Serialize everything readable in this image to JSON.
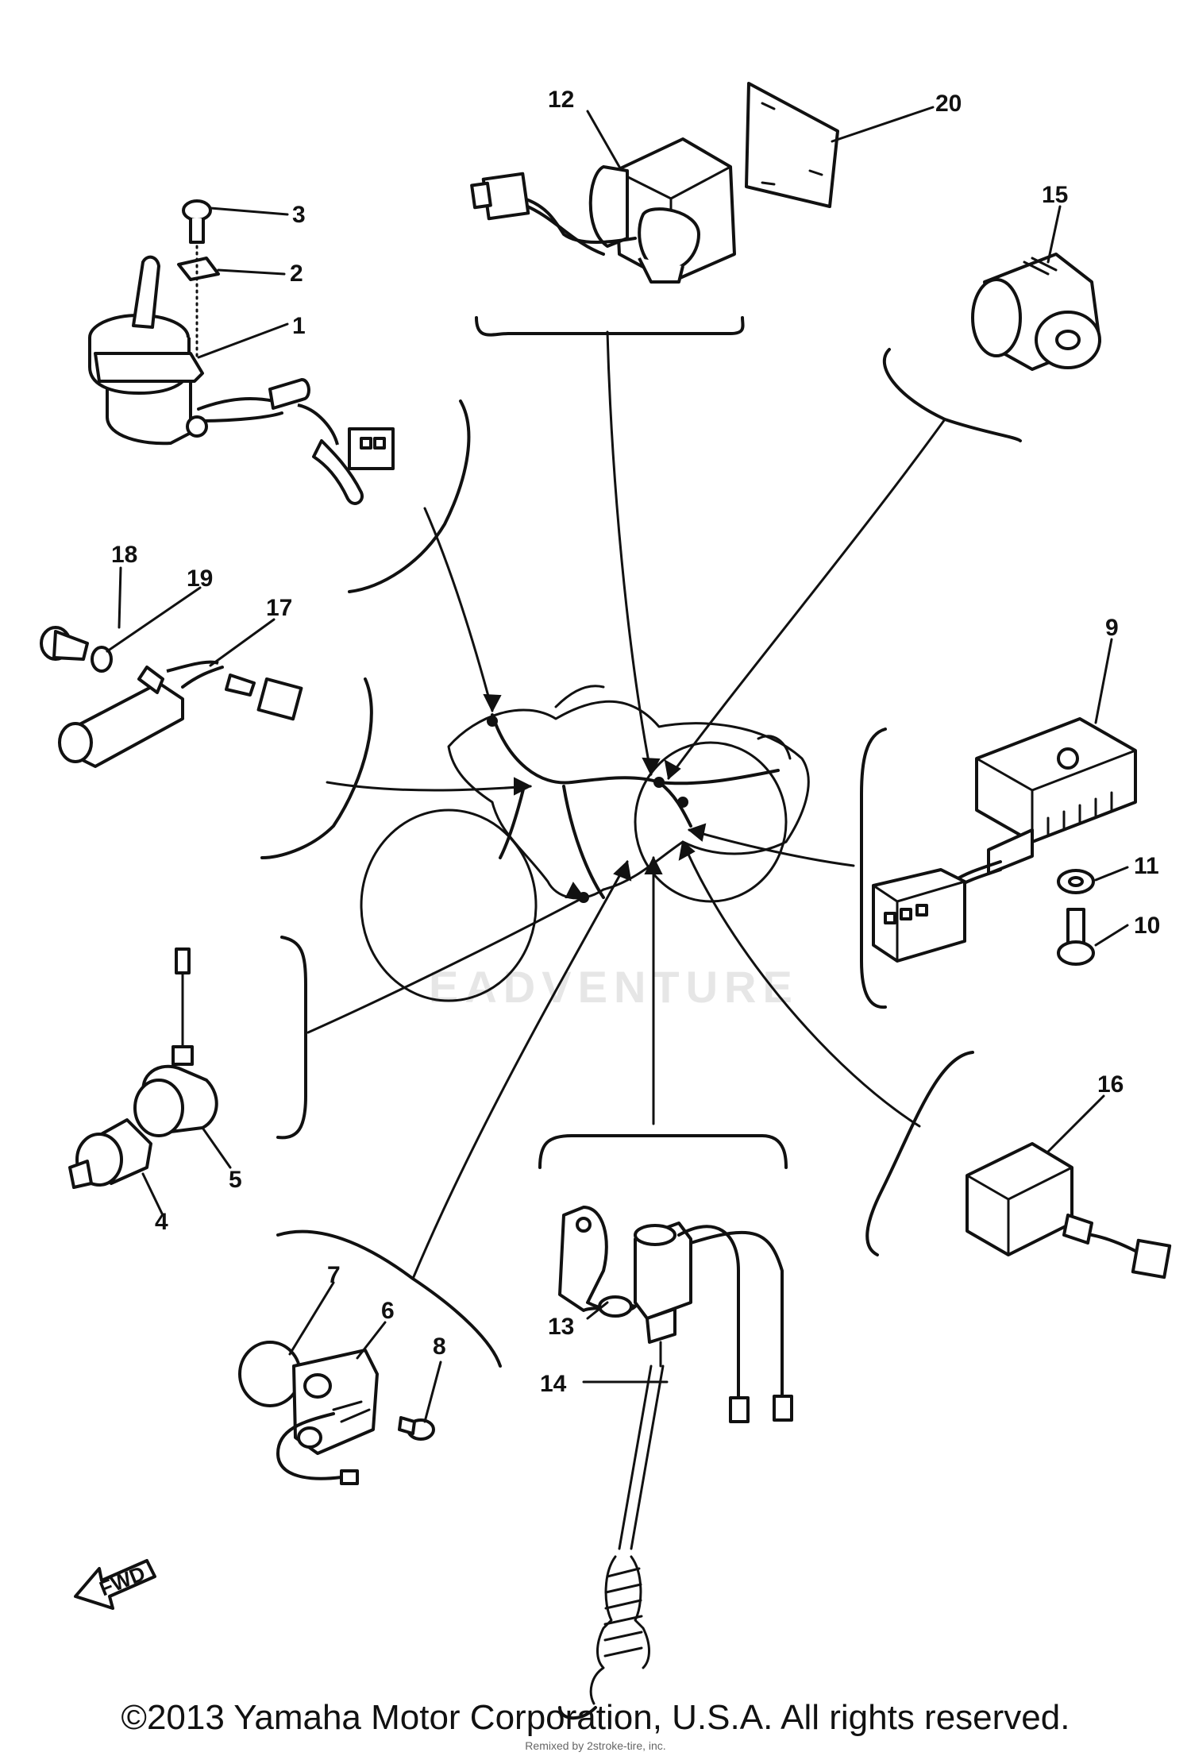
{
  "callouts": {
    "p1": "1",
    "p2": "2",
    "p3": "3",
    "p4": "4",
    "p5": "5",
    "p6": "6",
    "p7": "7",
    "p8": "8",
    "p9": "9",
    "p10": "10",
    "p11": "11",
    "p12": "12",
    "p13": "13",
    "p14": "14",
    "p15": "15",
    "p16": "16",
    "p17": "17",
    "p18": "18",
    "p19": "19",
    "p20": "20"
  },
  "watermark": "EADVENTURE",
  "fwd_label": "FWD",
  "copyright": "©2013 Yamaha Motor Corporation, U.S.A. All rights reserved.",
  "credit": "Remixed by 2stroke-tire, inc."
}
